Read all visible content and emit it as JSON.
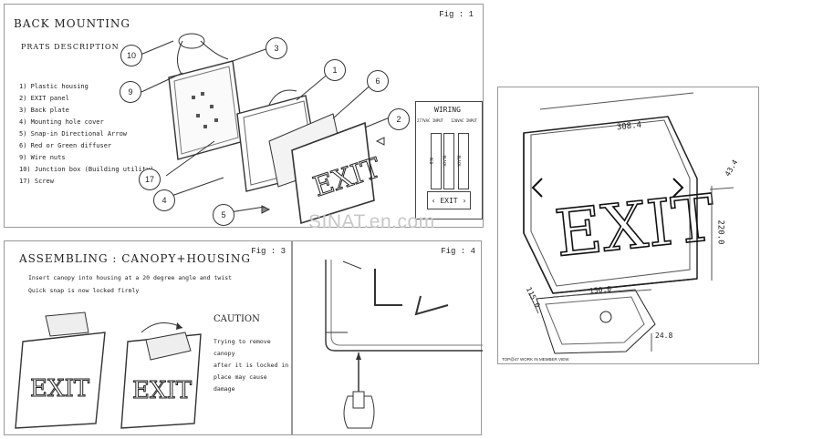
{
  "fig1": {
    "title": "BACK MOUNTING",
    "fig_label": "Fig : 1",
    "parts_heading": "PRATS DESCRIPTION",
    "parts": [
      "1) Plastic housing",
      "2) EXIT panel",
      "3) Back plate",
      "4) Mounting hole cover",
      "5) Snap-in Directional Arrow",
      "6) Red or Green diffuser",
      "9) Wire nuts",
      "10) Junction box (Building utility)",
      "17) Screw"
    ],
    "callouts": [
      "10",
      "3",
      "9",
      "1",
      "6",
      "2",
      "17",
      "4",
      "5"
    ],
    "wiring": {
      "title": "WIRING",
      "left_label": "277VAC INPUT",
      "right_label": "120VAC INPUT",
      "wire1": "RED",
      "wire2": "BLACK",
      "wire3": "BLACK",
      "sign": "EXIT"
    }
  },
  "fig3": {
    "title": "ASSEMBLING : CANOPY+HOUSING",
    "fig_label": "Fig : 3",
    "instruction1": "Insert canopy into housing at a 20 degree angle and twist",
    "instruction2": "Quick snap is now locked firmly",
    "caution_title": "CAUTION",
    "caution_lines": [
      "Trying to remove canopy",
      "after it is locked in",
      "place may cause damage"
    ],
    "sign_text": "EXIT"
  },
  "fig4": {
    "fig_label": "Fig : 4"
  },
  "product": {
    "sign_text": "EXIT",
    "dim_width": "308.4",
    "dim_depth": "43.4",
    "dim_height": "220.0",
    "canopy_width": "150.0",
    "canopy_depth": "115.0",
    "canopy_height": "24.8",
    "caption": "TOP@47 WORK IN MEMBER VIEW"
  },
  "watermark": "SINAT.en.com"
}
